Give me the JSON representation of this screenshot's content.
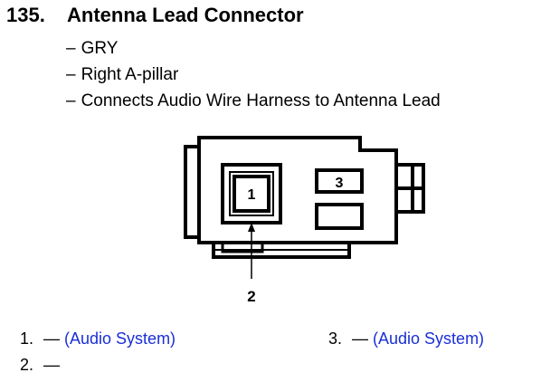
{
  "item": {
    "number": "135.",
    "title": "Antenna Lead Connector"
  },
  "details": [
    {
      "dash": "–",
      "text": "GRY"
    },
    {
      "dash": "–",
      "text": "Right A-pillar"
    },
    {
      "dash": "–",
      "text": "Connects Audio Wire Harness to Antenna Lead"
    }
  ],
  "diagram": {
    "terminal_1": "1",
    "terminal_3": "3",
    "callout_2": "2"
  },
  "pins": [
    {
      "num": "1.",
      "dash": "—",
      "link": "(Audio System)"
    },
    {
      "num": "3.",
      "dash": "—",
      "link": "(Audio System)"
    },
    {
      "num": "2.",
      "dash": "—",
      "link": ""
    }
  ]
}
